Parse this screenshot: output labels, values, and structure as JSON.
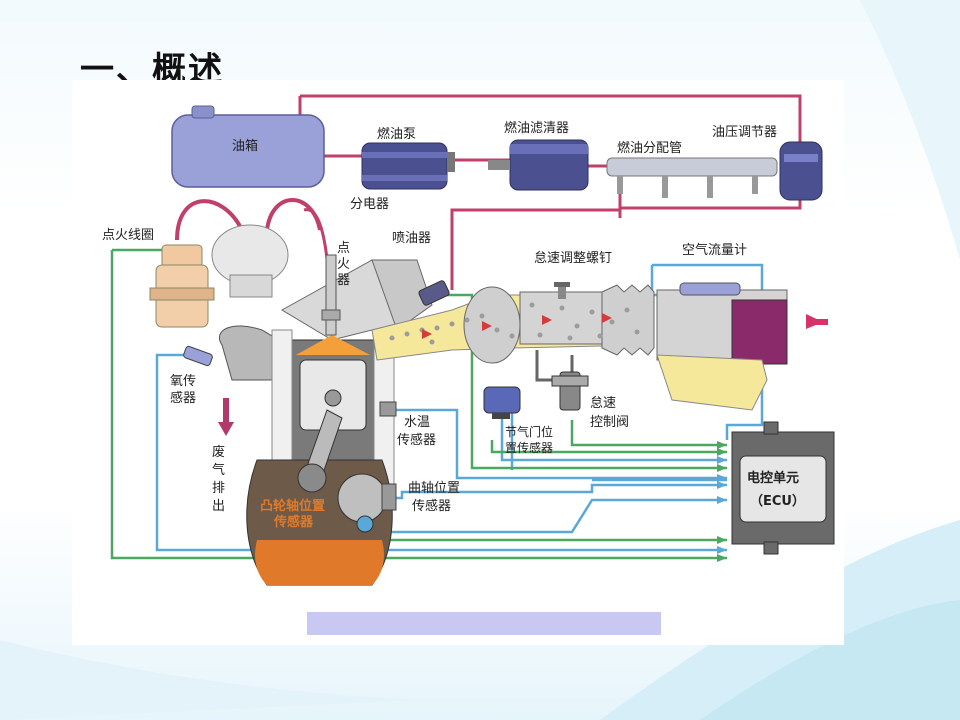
{
  "title": "一、概述",
  "diagram": {
    "labels": {
      "fuel_tank": "油箱",
      "fuel_pump": "燃油泵",
      "fuel_filter": "燃油滤清器",
      "fuel_rail": "燃油分配管",
      "pressure_regulator": "油压调节器",
      "ignition_coil": "点火线圈",
      "distributor": "分电器",
      "spark_plug": [
        "点",
        "火",
        "器"
      ],
      "injector": "喷油器",
      "idle_screw": "怠速调整螺钉",
      "air_flow_meter": "空气流量计",
      "oxygen_sensor": [
        "氧传",
        "感器"
      ],
      "exhaust": [
        "废",
        "气",
        "排",
        "出"
      ],
      "coolant_sensor": [
        "水温",
        "传感器"
      ],
      "throttle_sensor": [
        "节气门位",
        "置传感器"
      ],
      "idle_valve": [
        "怠速",
        "控制阀"
      ],
      "crank_sensor": [
        "曲轴位置",
        "传感器"
      ],
      "cam_sensor": [
        "凸轮轴位置",
        "传感器"
      ],
      "ecu": [
        "电控单元",
        "（ECU）"
      ]
    }
  },
  "colors": {
    "fuel_line": "#c0406a",
    "signal_line": "#5aa8d8",
    "control_line": "#4aa860",
    "tank": "#9aa0d8",
    "ecu_body": "#6a6a6a",
    "caption_bar": "#c8c8f2"
  }
}
